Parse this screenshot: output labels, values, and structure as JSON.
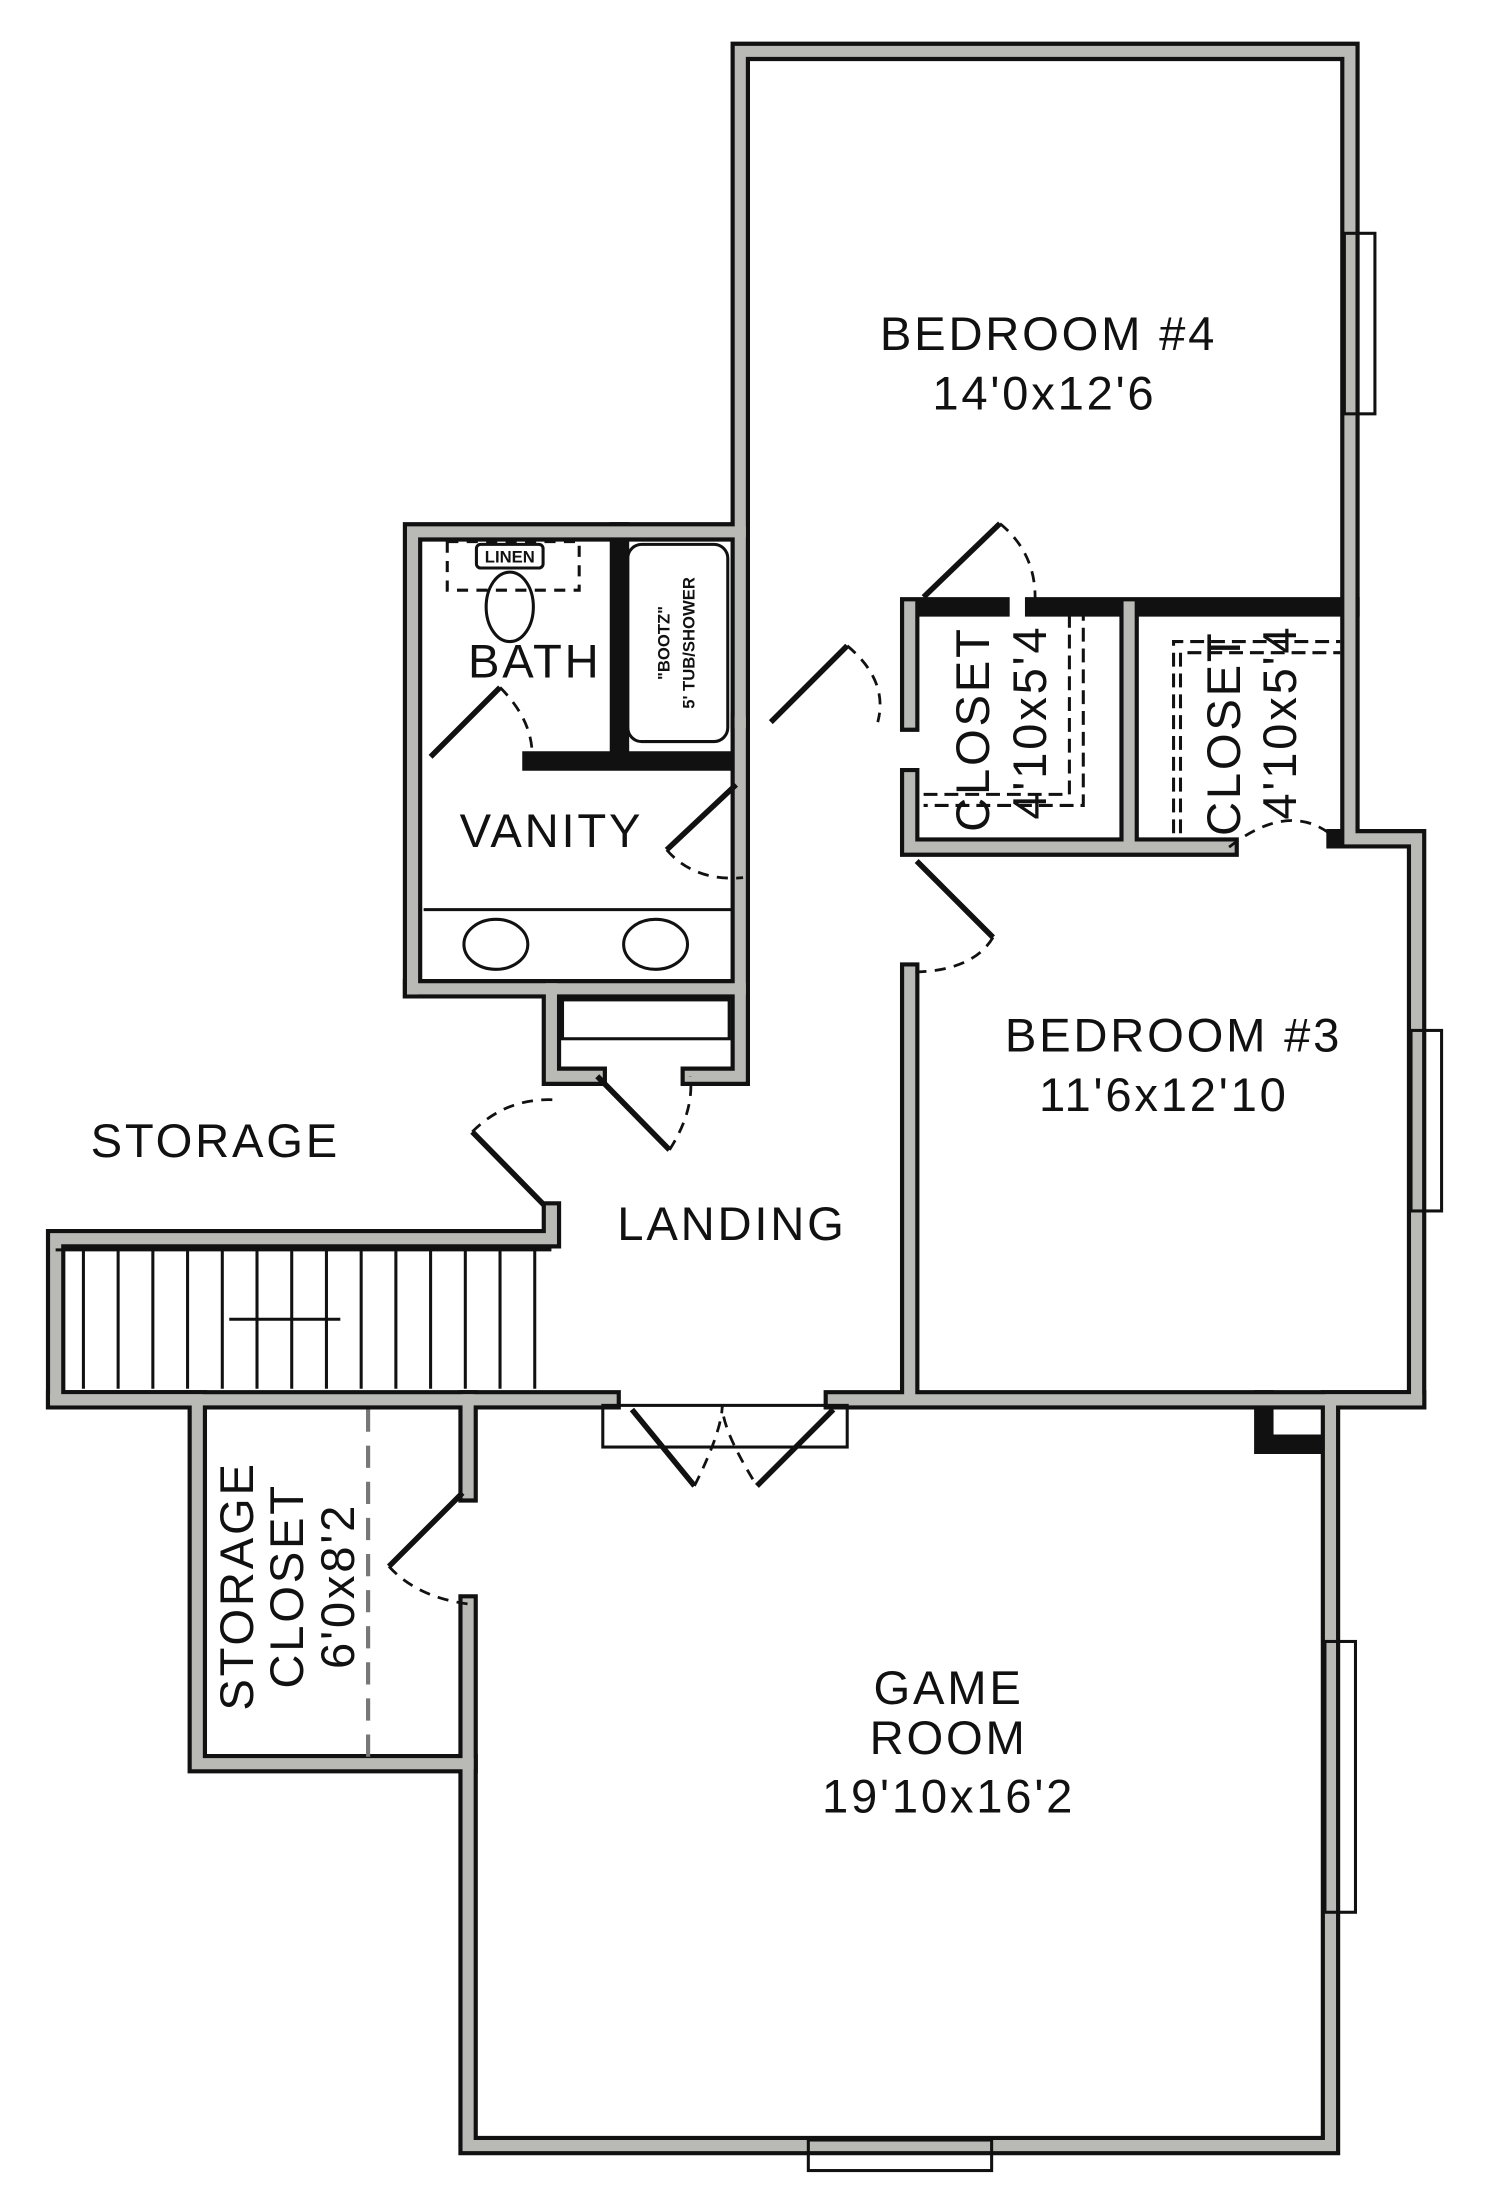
{
  "rooms": {
    "bedroom4": {
      "name": "BEDROOM #4",
      "size": "14'0x12'6"
    },
    "bedroom3": {
      "name": "BEDROOM #3",
      "size": "11'6x12'10"
    },
    "closet1": {
      "name": "CLOSET",
      "size": "4'10x5'4"
    },
    "closet2": {
      "name": "CLOSET",
      "size": "4'10x5'4"
    },
    "bath": {
      "name": "BATH"
    },
    "vanity": {
      "name": "VANITY"
    },
    "linen": {
      "name": "LINEN"
    },
    "tub": {
      "line1": "\"BOOTZ\"",
      "line2": "5' TUB/SHOWER"
    },
    "storage": {
      "name": "STORAGE"
    },
    "landing": {
      "name": "LANDING"
    },
    "storage_closet": {
      "line1": "STORAGE",
      "line2": "CLOSET",
      "size": "6'0x8'2"
    },
    "game_room": {
      "line1": "GAME",
      "line2": "ROOM",
      "size": "19'10x16'2"
    }
  }
}
